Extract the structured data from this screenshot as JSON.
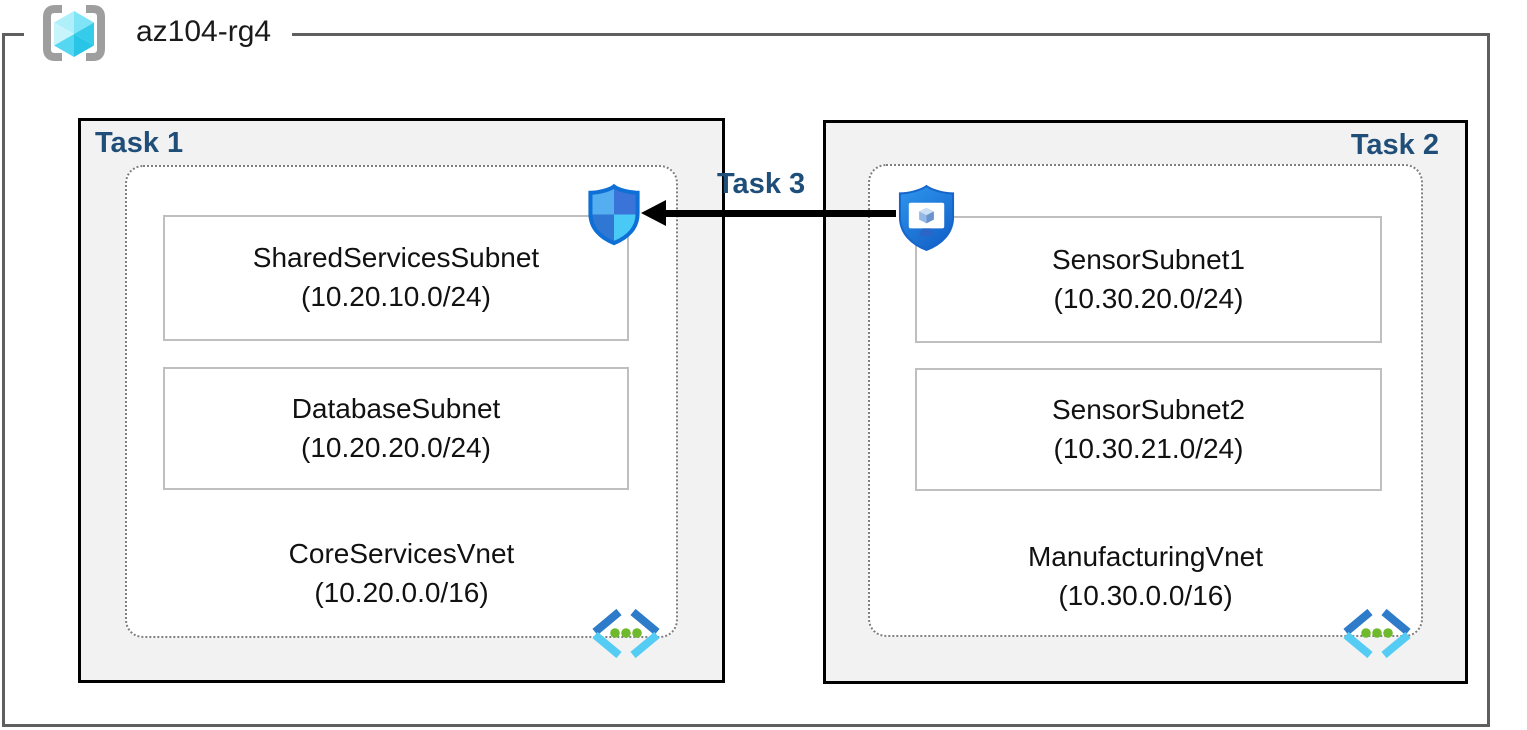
{
  "resource_group": {
    "name": "az104-rg4"
  },
  "task_labels": {
    "task1": "Task 1",
    "task2": "Task 2",
    "task3": "Task 3"
  },
  "vnets": [
    {
      "name": "CoreServicesVnet",
      "cidr": "(10.20.0.0/16)",
      "subnets": [
        {
          "name": "SharedServicesSubnet",
          "cidr": "(10.20.10.0/24)"
        },
        {
          "name": "DatabaseSubnet",
          "cidr": "(10.20.20.0/24)"
        }
      ]
    },
    {
      "name": "ManufacturingVnet",
      "cidr": "(10.30.0.0/16)",
      "subnets": [
        {
          "name": "SensorSubnet1",
          "cidr": "(10.30.20.0/24)"
        },
        {
          "name": "SensorSubnet2",
          "cidr": "(10.30.21.0/24)"
        }
      ]
    }
  ],
  "icons": {
    "resource_group": "resource-group-icon",
    "nsg_shield": "network-security-group-shield-icon",
    "shield_monitor": "shield-monitor-icon",
    "virtual_network": "virtual-network-icon"
  },
  "colors": {
    "task_label": "#1f4e79",
    "task_box_fill": "#f2f2f2",
    "task_box_border": "#000000",
    "subnet_border": "#bfbfbf",
    "dotted_border": "#7f7f7f",
    "rg_border": "#5f5f5f",
    "arrow": "#000000",
    "nsg_light_blue": "#55aeef",
    "nsg_royal_blue": "#3b74d9",
    "nsg_cyan": "#49c9f6",
    "vnet_chevron_dark": "#2e7cc9",
    "vnet_chevron_light": "#54ccf4",
    "vnet_dots_green": "#6fba2c",
    "cube_cyan": "#3bcfec"
  }
}
